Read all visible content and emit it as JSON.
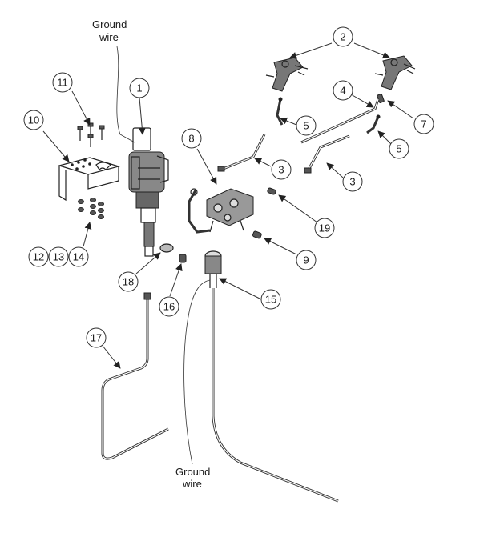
{
  "labels": {
    "ground_wire_top": [
      "Ground",
      "wire"
    ],
    "ground_wire_bottom": [
      "Ground",
      "wire"
    ]
  },
  "callouts": [
    "1",
    "2",
    "3",
    "3",
    "4",
    "5",
    "5",
    "7",
    "8",
    "9",
    "10",
    "11",
    "12",
    "13",
    "14",
    "15",
    "16",
    "17",
    "18",
    "19"
  ],
  "colors": {
    "line": "#333333",
    "background": "#ffffff"
  }
}
